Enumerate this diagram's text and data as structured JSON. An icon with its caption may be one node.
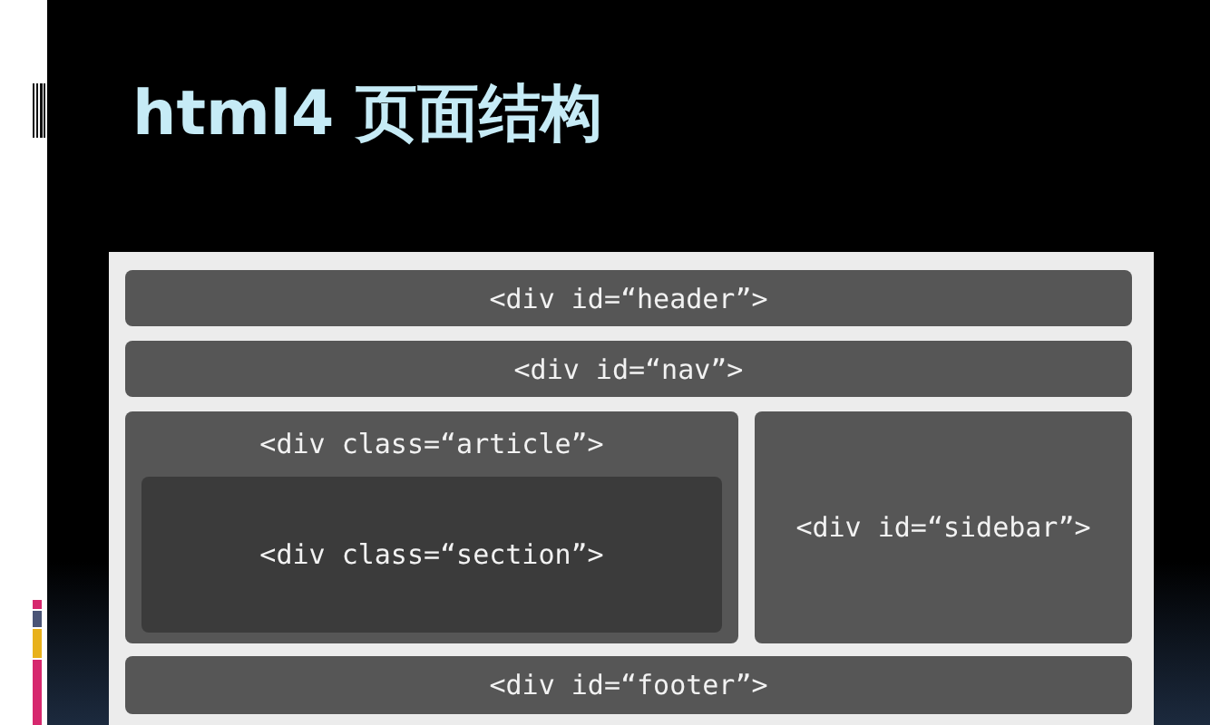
{
  "diagram": {
    "title": "html4 页面结构",
    "nodes": [
      {
        "text": [
          "<div id=“header”>"
        ]
      },
      {
        "text": [
          "<div id=“nav”>"
        ]
      },
      {
        "text": [
          "<div class=“article”>"
        ]
      },
      {
        "text": [
          "<div class=“section”>"
        ],
        "in": 2
      },
      {
        "text": [
          "<div id=“sidebar”>"
        ]
      },
      {
        "text": [
          "<div id=“footer”>"
        ]
      }
    ]
  }
}
